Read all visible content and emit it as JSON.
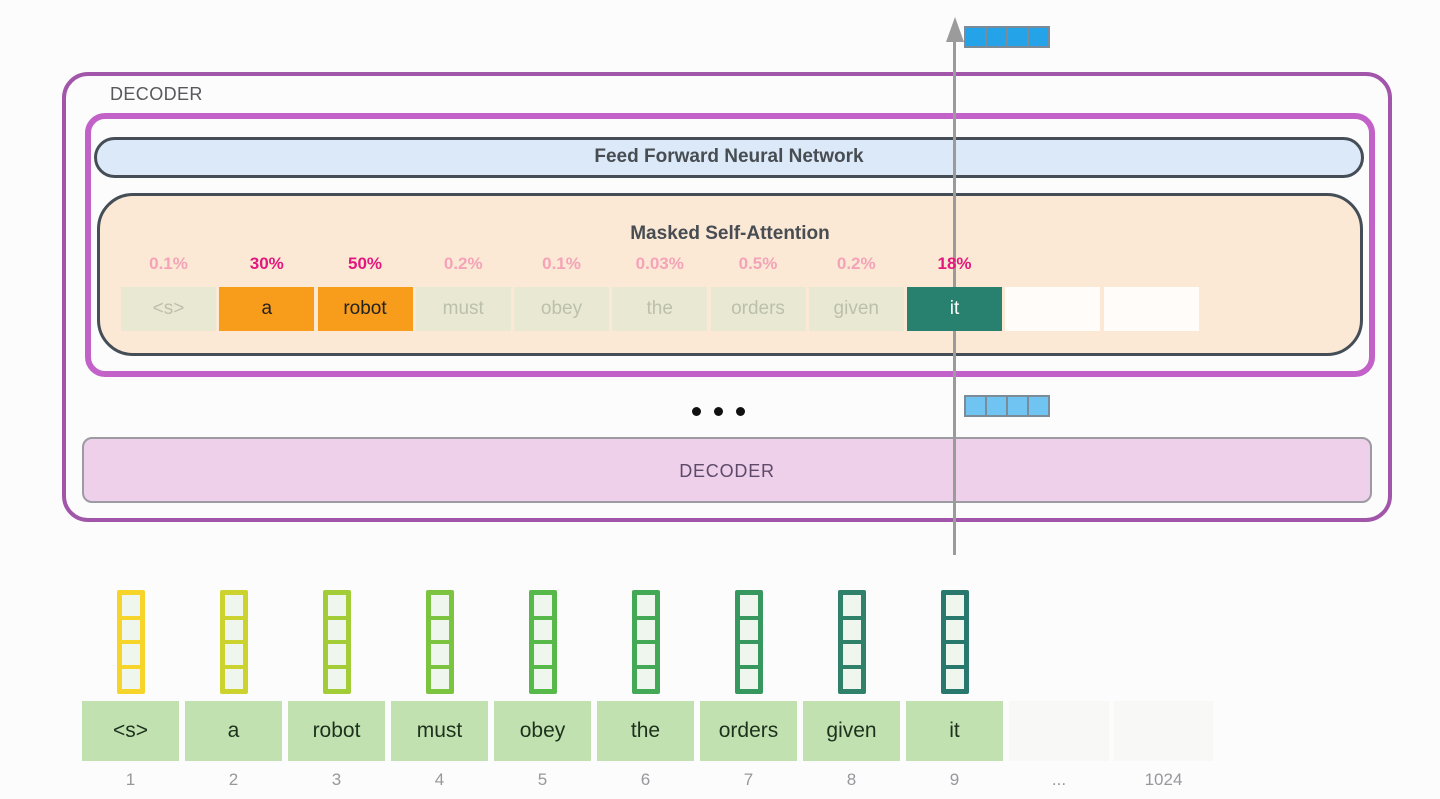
{
  "colors": {
    "canvas_bg": "#fcfcfd",
    "outer_border": "#a256aa",
    "inner_border": "#c262c8",
    "box_border_dark": "#454e57",
    "ffnn_fill": "#dce9f8",
    "attn_fill": "#fbe9d5",
    "title_text": "#474d52",
    "decoder_label": "#59595c",
    "percent_light": "#f4a3b8",
    "percent_strong": "#e2187e",
    "cell_beige": "#e9e9d3",
    "cell_beige_text": "#bdbfad",
    "cell_orange": "#f89c1b",
    "cell_orange_text": "#222222",
    "cell_teal": "#28806e",
    "cell_teal_text": "#ffffff",
    "cell_empty": "rgba(255,255,255,0.85)",
    "arrow_gray": "#9b9b9b",
    "vec_border_gray": "#7b8b98",
    "vec_blue_top": "#25a3e8",
    "vec_blue_mid": "#6fc4f1",
    "pink_fill": "#eed0eb",
    "pink_border": "#9b9ba1",
    "pink_text": "#5d4a68",
    "green_cell": "#c1e2b0",
    "green_cell_text": "#1d311d",
    "index_text": "#97989a",
    "vec_cell_fill": "#eef6ee",
    "empty_bottom": "#f8f8f7",
    "dot_black": "#111111"
  },
  "decoder_outer_label": "DECODER",
  "ffnn_label": "Feed Forward Neural Network",
  "attention": {
    "title": "Masked Self-Attention",
    "tokens": [
      {
        "text": "<s>",
        "percent": "0.1%",
        "style": "ghost",
        "strong": false
      },
      {
        "text": "a",
        "percent": "30%",
        "style": "orange",
        "strong": true
      },
      {
        "text": "robot",
        "percent": "50%",
        "style": "orange",
        "strong": true
      },
      {
        "text": "must",
        "percent": "0.2%",
        "style": "ghost",
        "strong": false
      },
      {
        "text": "obey",
        "percent": "0.1%",
        "style": "ghost",
        "strong": false
      },
      {
        "text": "the",
        "percent": "0.03%",
        "style": "ghost",
        "strong": false
      },
      {
        "text": "orders",
        "percent": "0.5%",
        "style": "ghost",
        "strong": false
      },
      {
        "text": "given",
        "percent": "0.2%",
        "style": "ghost",
        "strong": false
      },
      {
        "text": "it",
        "percent": "18%",
        "style": "teal",
        "strong": true
      }
    ],
    "empty_cell_count": 2
  },
  "decoder_bottom_label": "DECODER",
  "output_vector_cells": 4,
  "hidden_vector_cells": 4,
  "input_tokens": [
    {
      "text": "<s>",
      "index": "1",
      "vector_color": "#f6d42a"
    },
    {
      "text": "a",
      "index": "2",
      "vector_color": "#ccd32e"
    },
    {
      "text": "robot",
      "index": "3",
      "vector_color": "#a3cd36"
    },
    {
      "text": "must",
      "index": "4",
      "vector_color": "#7cc43f"
    },
    {
      "text": "obey",
      "index": "5",
      "vector_color": "#58b94b"
    },
    {
      "text": "the",
      "index": "6",
      "vector_color": "#43a957"
    },
    {
      "text": "orders",
      "index": "7",
      "vector_color": "#36985f"
    },
    {
      "text": "given",
      "index": "8",
      "vector_color": "#2f8169"
    },
    {
      "text": "it",
      "index": "9",
      "vector_color": "#29786d"
    }
  ],
  "input_extra": [
    {
      "index": "..."
    },
    {
      "index": "1024"
    }
  ]
}
